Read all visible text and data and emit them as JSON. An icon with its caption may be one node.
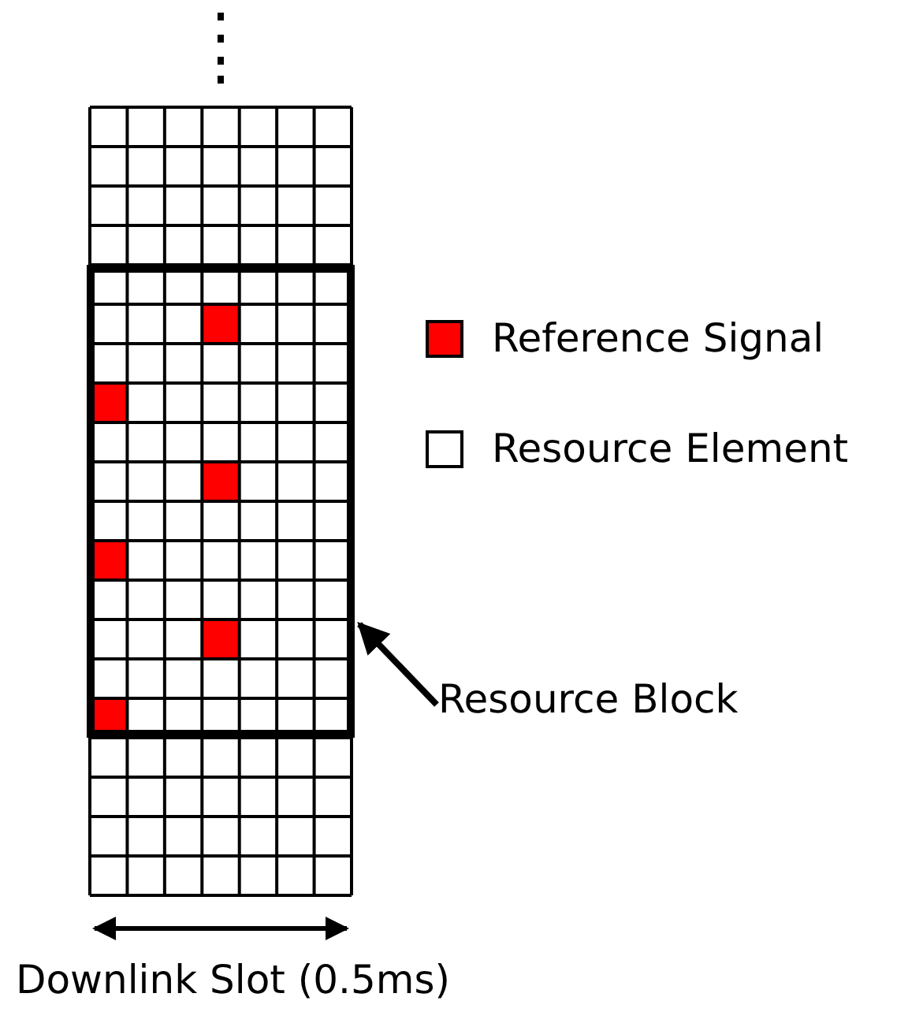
{
  "diagram": {
    "nodes": [
      {
        "text": [],
        "shape": "box"
      },
      {
        "text": [
          "Resource Block"
        ]
      }
    ],
    "edges": [
      {
        "from": 1,
        "to": 0,
        "arrow": "to"
      }
    ],
    "labels": [
      "Downlink Slot (0.5ms)"
    ],
    "legend": [
      {
        "text": "Reference Signal",
        "color": "#ff0000"
      },
      {
        "text": "Resource Element",
        "color": "#ffffff"
      }
    ]
  }
}
